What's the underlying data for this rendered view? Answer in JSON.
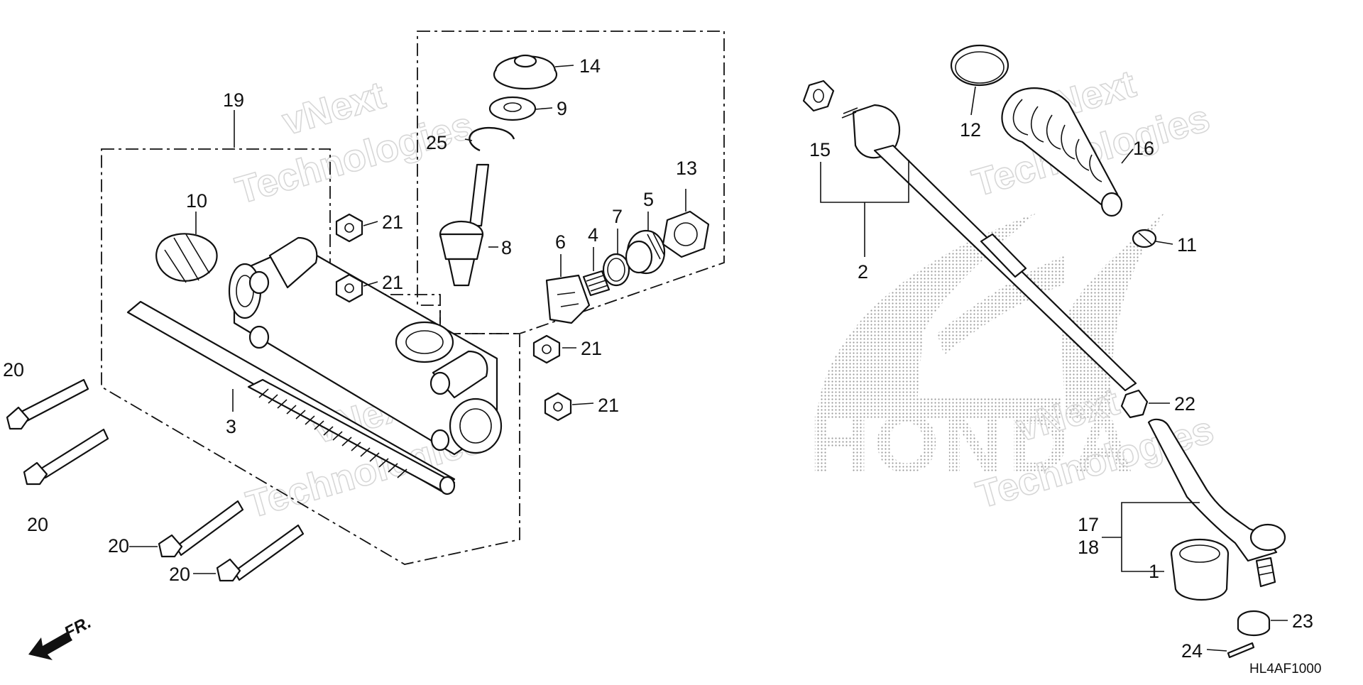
{
  "diagram": {
    "code": "HL4AF1000",
    "direction_label": "FR.",
    "watermark": {
      "line1": "vNext",
      "line2": "Technologies"
    },
    "brand_logo_text": "HONDA",
    "callouts": [
      "1",
      "2",
      "3",
      "4",
      "5",
      "6",
      "7",
      "8",
      "9",
      "10",
      "11",
      "12",
      "13",
      "14",
      "15",
      "16",
      "17",
      "18",
      "19",
      "20",
      "21",
      "22",
      "23",
      "24",
      "25"
    ]
  }
}
